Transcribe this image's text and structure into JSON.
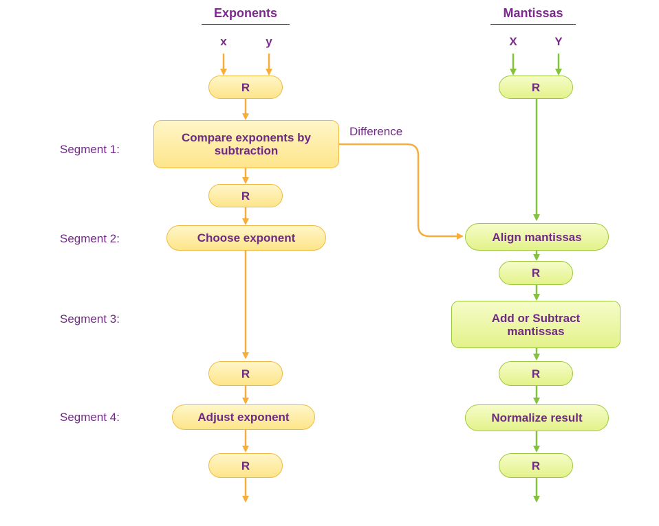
{
  "headers": {
    "exponents": "Exponents",
    "mantissas": "Mantissas"
  },
  "inputs": {
    "exp_x": "x",
    "exp_y": "y",
    "man_x": "X",
    "man_y": "Y"
  },
  "register_label": "R",
  "segments": {
    "s1": "Segment 1:",
    "s2": "Segment 2:",
    "s3": "Segment 3:",
    "s4": "Segment 4:"
  },
  "exponent_stages": {
    "compare": "Compare exponents by subtraction",
    "choose": "Choose exponent",
    "adjust": "Adjust exponent"
  },
  "mantissa_stages": {
    "align": "Align mantissas",
    "add_sub": "Add or Subtract mantissas",
    "normalize": "Normalize result"
  },
  "annotations": {
    "difference": "Difference"
  },
  "colors": {
    "exponent_path": "#f6ad3a",
    "mantissa_path": "#84c23d",
    "text": "#6f2a83",
    "exponent_box_border": "#f0b942",
    "mantissa_box_border": "#9cc93c"
  }
}
